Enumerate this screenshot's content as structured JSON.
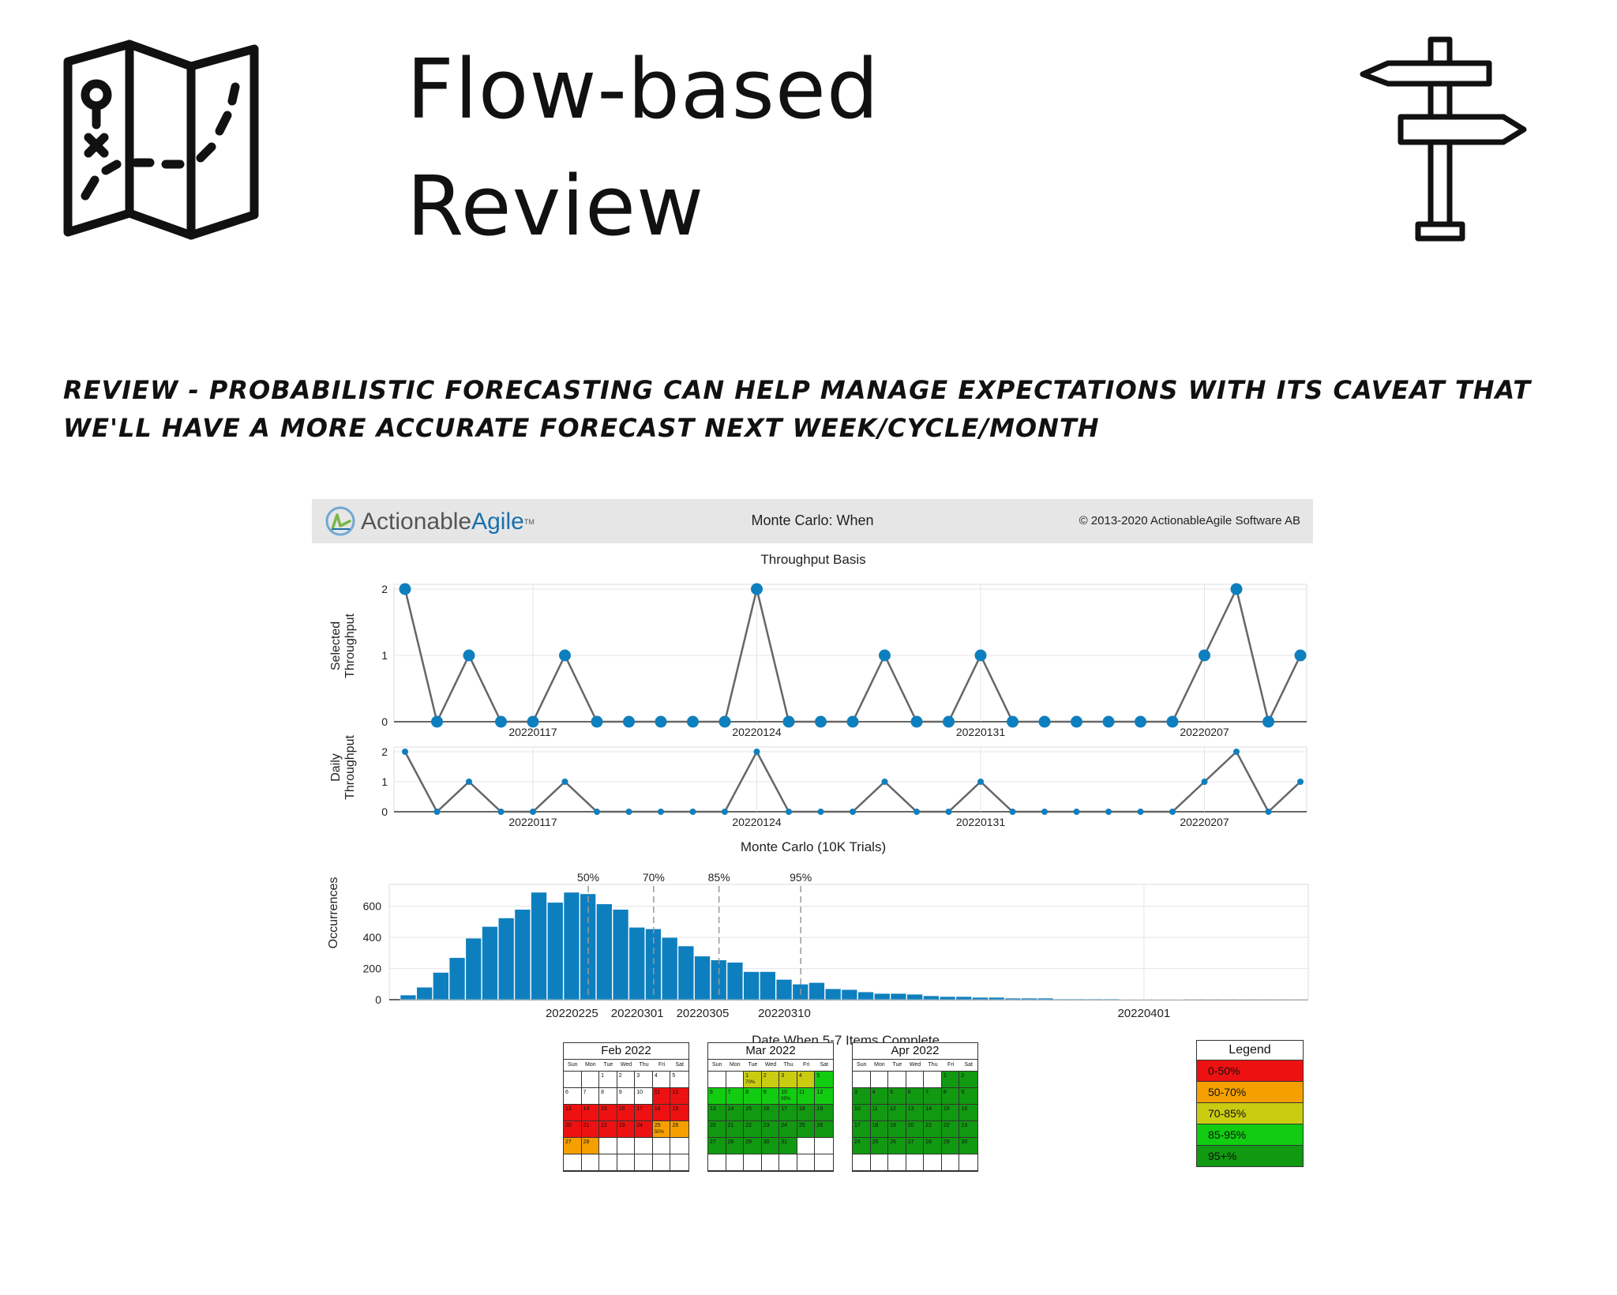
{
  "page": {
    "title_line1": "Flow-based",
    "title_line2": "Review",
    "subtitle": "REVIEW - PROBABILISTIC FORECASTING CAN HELP MANAGE EXPECTATIONS WITH ITS CAVEAT THAT WE'LL HAVE A MORE ACCURATE FORECAST NEXT WEEK/CYCLE/MONTH",
    "left_icon": "treasure-map-icon",
    "right_icon": "signpost-icon"
  },
  "panel": {
    "brand_plain": "Actionable",
    "brand_accent": "Agile",
    "brand_tm": "TM",
    "header_title": "Monte Carlo: When",
    "copyright": "© 2013-2020 ActionableAgile Software AB",
    "colors": {
      "brand_blue": "#1a6fad",
      "brand_green": "#7ab648",
      "series": "#0e7fbe",
      "line": "#666666"
    }
  },
  "chart_data": [
    {
      "type": "line",
      "title": "Throughput Basis",
      "ylabel": "Selected Throughput",
      "xlabel": "",
      "x_tick_labels": [
        "20220117",
        "20220124",
        "20220131",
        "20220207"
      ],
      "ylim": [
        0,
        2
      ],
      "yticks": [
        0,
        1,
        2
      ],
      "grid": true,
      "values": [
        2,
        0,
        1,
        0,
        0,
        1,
        0,
        0,
        0,
        0,
        0,
        2,
        0,
        0,
        0,
        1,
        0,
        0,
        1,
        0,
        0,
        0,
        0,
        0,
        0,
        1,
        2,
        0,
        1
      ]
    },
    {
      "type": "line",
      "title": "",
      "ylabel": "Daily Throughput",
      "xlabel": "",
      "x_tick_labels": [
        "20220117",
        "20220124",
        "20220131",
        "20220207"
      ],
      "ylim": [
        0,
        2
      ],
      "yticks": [
        0,
        1,
        2
      ],
      "grid": true,
      "values": [
        2,
        0,
        1,
        0,
        0,
        1,
        0,
        0,
        0,
        0,
        0,
        2,
        0,
        0,
        0,
        1,
        0,
        0,
        1,
        0,
        0,
        0,
        0,
        0,
        0,
        1,
        2,
        0,
        1
      ]
    },
    {
      "type": "bar",
      "title": "Monte Carlo (10K Trials)",
      "ylabel": "Occurrences",
      "xlabel": "Date When 5-7 Items Complete",
      "x_tick_labels": [
        "20220225",
        "20220301",
        "20220305",
        "20220310",
        "20220401"
      ],
      "ylim": [
        0,
        700
      ],
      "yticks": [
        0,
        200,
        400,
        600
      ],
      "grid": true,
      "percentile_labels": [
        "50%",
        "70%",
        "85%",
        "95%"
      ],
      "values": [
        30,
        80,
        175,
        270,
        395,
        470,
        525,
        580,
        690,
        625,
        690,
        680,
        615,
        580,
        465,
        455,
        400,
        345,
        280,
        255,
        240,
        180,
        180,
        130,
        100,
        110,
        70,
        65,
        50,
        40,
        40,
        35,
        25,
        20,
        20,
        15,
        15,
        10,
        10,
        10,
        5,
        5,
        5,
        5,
        3,
        3,
        3,
        3,
        2,
        2,
        2,
        2,
        2,
        2,
        2,
        2
      ]
    }
  ],
  "calendars": [
    {
      "title": "Feb 2022",
      "dow": [
        "Sun",
        "Mon",
        "Tue",
        "Wed",
        "Thu",
        "Fri",
        "Sat"
      ],
      "cells": [
        {
          "d": "",
          "c": ""
        },
        {
          "d": "",
          "c": ""
        },
        {
          "d": "1",
          "c": ""
        },
        {
          "d": "2",
          "c": ""
        },
        {
          "d": "3",
          "c": ""
        },
        {
          "d": "4",
          "c": ""
        },
        {
          "d": "5",
          "c": ""
        },
        {
          "d": "6",
          "c": ""
        },
        {
          "d": "7",
          "c": ""
        },
        {
          "d": "8",
          "c": ""
        },
        {
          "d": "9",
          "c": ""
        },
        {
          "d": "10",
          "c": ""
        },
        {
          "d": "11",
          "c": "r"
        },
        {
          "d": "12",
          "c": "r"
        },
        {
          "d": "13",
          "c": "r"
        },
        {
          "d": "14",
          "c": "r"
        },
        {
          "d": "15",
          "c": "r"
        },
        {
          "d": "16",
          "c": "r"
        },
        {
          "d": "17",
          "c": "r"
        },
        {
          "d": "18",
          "c": "r"
        },
        {
          "d": "19",
          "c": "r"
        },
        {
          "d": "20",
          "c": "r"
        },
        {
          "d": "21",
          "c": "r"
        },
        {
          "d": "22",
          "c": "r"
        },
        {
          "d": "23",
          "c": "r"
        },
        {
          "d": "24",
          "c": "r"
        },
        {
          "d": "25",
          "c": "o",
          "p": "50%"
        },
        {
          "d": "26",
          "c": "o"
        },
        {
          "d": "27",
          "c": "o"
        },
        {
          "d": "28",
          "c": "o"
        },
        {
          "d": "",
          "c": ""
        },
        {
          "d": "",
          "c": ""
        },
        {
          "d": "",
          "c": ""
        },
        {
          "d": "",
          "c": ""
        },
        {
          "d": "",
          "c": ""
        },
        {
          "d": "",
          "c": ""
        },
        {
          "d": "",
          "c": ""
        },
        {
          "d": "",
          "c": ""
        },
        {
          "d": "",
          "c": ""
        },
        {
          "d": "",
          "c": ""
        },
        {
          "d": "",
          "c": ""
        },
        {
          "d": "",
          "c": ""
        }
      ]
    },
    {
      "title": "Mar 2022",
      "dow": [
        "Sun",
        "Mon",
        "Tue",
        "Wed",
        "Thu",
        "Fri",
        "Sat"
      ],
      "cells": [
        {
          "d": "",
          "c": ""
        },
        {
          "d": "",
          "c": ""
        },
        {
          "d": "1",
          "c": "y",
          "p": "70%"
        },
        {
          "d": "2",
          "c": "y"
        },
        {
          "d": "3",
          "c": "y"
        },
        {
          "d": "4",
          "c": "y"
        },
        {
          "d": "5",
          "c": "g"
        },
        {
          "d": "6",
          "c": "g"
        },
        {
          "d": "7",
          "c": "g"
        },
        {
          "d": "8",
          "c": "g"
        },
        {
          "d": "9",
          "c": "g"
        },
        {
          "d": "10",
          "c": "g",
          "p": "95%"
        },
        {
          "d": "11",
          "c": "g"
        },
        {
          "d": "12",
          "c": "g"
        },
        {
          "d": "13",
          "c": "dg"
        },
        {
          "d": "14",
          "c": "dg"
        },
        {
          "d": "15",
          "c": "dg"
        },
        {
          "d": "16",
          "c": "dg"
        },
        {
          "d": "17",
          "c": "dg"
        },
        {
          "d": "18",
          "c": "dg"
        },
        {
          "d": "19",
          "c": "dg"
        },
        {
          "d": "20",
          "c": "dg"
        },
        {
          "d": "21",
          "c": "dg"
        },
        {
          "d": "22",
          "c": "dg"
        },
        {
          "d": "23",
          "c": "dg"
        },
        {
          "d": "24",
          "c": "dg"
        },
        {
          "d": "25",
          "c": "dg"
        },
        {
          "d": "26",
          "c": "dg"
        },
        {
          "d": "27",
          "c": "dg"
        },
        {
          "d": "28",
          "c": "dg"
        },
        {
          "d": "29",
          "c": "dg"
        },
        {
          "d": "30",
          "c": "dg"
        },
        {
          "d": "31",
          "c": "dg"
        },
        {
          "d": "",
          "c": ""
        },
        {
          "d": "",
          "c": ""
        },
        {
          "d": "",
          "c": ""
        },
        {
          "d": "",
          "c": ""
        },
        {
          "d": "",
          "c": ""
        },
        {
          "d": "",
          "c": ""
        },
        {
          "d": "",
          "c": ""
        },
        {
          "d": "",
          "c": ""
        },
        {
          "d": "",
          "c": ""
        }
      ]
    },
    {
      "title": "Apr 2022",
      "dow": [
        "Sun",
        "Mon",
        "Tue",
        "Wed",
        "Thu",
        "Fri",
        "Sat"
      ],
      "cells": [
        {
          "d": "",
          "c": ""
        },
        {
          "d": "",
          "c": ""
        },
        {
          "d": "",
          "c": ""
        },
        {
          "d": "",
          "c": ""
        },
        {
          "d": "",
          "c": ""
        },
        {
          "d": "1",
          "c": "dg"
        },
        {
          "d": "2",
          "c": "dg"
        },
        {
          "d": "3",
          "c": "dg"
        },
        {
          "d": "4",
          "c": "dg"
        },
        {
          "d": "5",
          "c": "dg"
        },
        {
          "d": "6",
          "c": "dg"
        },
        {
          "d": "7",
          "c": "dg"
        },
        {
          "d": "8",
          "c": "dg"
        },
        {
          "d": "9",
          "c": "dg"
        },
        {
          "d": "10",
          "c": "dg"
        },
        {
          "d": "11",
          "c": "dg"
        },
        {
          "d": "12",
          "c": "dg"
        },
        {
          "d": "13",
          "c": "dg"
        },
        {
          "d": "14",
          "c": "dg"
        },
        {
          "d": "15",
          "c": "dg"
        },
        {
          "d": "16",
          "c": "dg"
        },
        {
          "d": "17",
          "c": "dg"
        },
        {
          "d": "18",
          "c": "dg"
        },
        {
          "d": "19",
          "c": "dg"
        },
        {
          "d": "20",
          "c": "dg"
        },
        {
          "d": "21",
          "c": "dg"
        },
        {
          "d": "22",
          "c": "dg"
        },
        {
          "d": "23",
          "c": "dg"
        },
        {
          "d": "24",
          "c": "dg"
        },
        {
          "d": "25",
          "c": "dg"
        },
        {
          "d": "26",
          "c": "dg"
        },
        {
          "d": "27",
          "c": "dg"
        },
        {
          "d": "28",
          "c": "dg"
        },
        {
          "d": "29",
          "c": "dg"
        },
        {
          "d": "30",
          "c": "dg"
        },
        {
          "d": "",
          "c": ""
        },
        {
          "d": "",
          "c": ""
        },
        {
          "d": "",
          "c": ""
        },
        {
          "d": "",
          "c": ""
        },
        {
          "d": "",
          "c": ""
        },
        {
          "d": "",
          "c": ""
        },
        {
          "d": "",
          "c": ""
        }
      ]
    }
  ],
  "legend": {
    "title": "Legend",
    "items": [
      {
        "label": "0-50%",
        "color": "#ee1111"
      },
      {
        "label": "50-70%",
        "color": "#f5a000"
      },
      {
        "label": "70-85%",
        "color": "#c9cc11"
      },
      {
        "label": "85-95%",
        "color": "#11cc11"
      },
      {
        "label": "95+%",
        "color": "#119911"
      }
    ]
  },
  "calendar_colors": {
    "r": "#ee1111",
    "o": "#f5a000",
    "y": "#c9cc11",
    "g": "#11cc11",
    "dg": "#119911"
  }
}
